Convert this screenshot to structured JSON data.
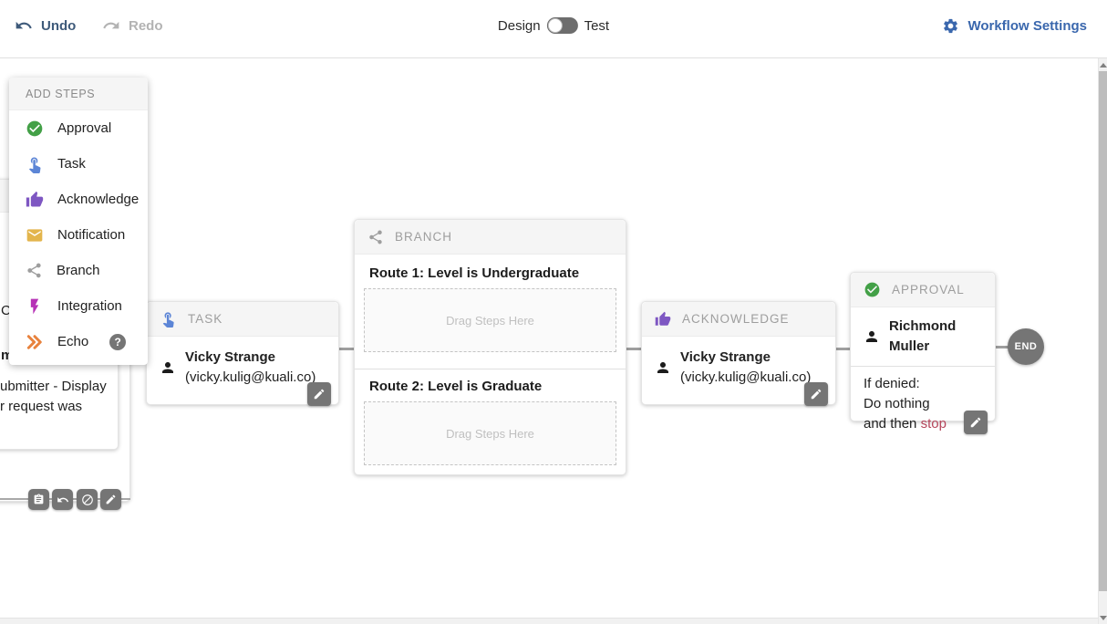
{
  "topbar": {
    "undo": "Undo",
    "redo": "Redo",
    "mode": {
      "left_label": "Design",
      "right_label": "Test",
      "toggle_position": "left"
    },
    "settings": "Workflow Settings",
    "colors": {
      "undo_blue": "#3e5a7a",
      "redo_gray": "#b3b3b3",
      "settings_blue": "#3a67ad"
    }
  },
  "add_steps": {
    "title": "ADD STEPS",
    "items": [
      {
        "label": "Approval",
        "icon": "check-circle-icon",
        "color": "#43a047"
      },
      {
        "label": "Task",
        "icon": "touch-hand-icon",
        "color": "#5c85d6"
      },
      {
        "label": "Acknowledge",
        "icon": "thumb-up-icon",
        "color": "#7e57c2"
      },
      {
        "label": "Notification",
        "icon": "envelope-icon",
        "color": "#e3b54c"
      },
      {
        "label": "Branch",
        "icon": "share-icon",
        "color": "#9e9e9e"
      },
      {
        "label": "Integration",
        "icon": "lightning-icon",
        "color": "#b632b6"
      },
      {
        "label": "Echo",
        "icon": "double-chevron-icon",
        "color": "#e8823d",
        "help_icon": "help-icon"
      }
    ]
  },
  "workflow": {
    "partial_card": {
      "fragments": [
        "C",
        "m",
        "ubmitter - Display",
        "r request was"
      ]
    },
    "partial_card_actions": [
      "clipboard-icon",
      "undo-icon",
      "block-icon",
      "edit-icon"
    ],
    "task": {
      "type": "TASK",
      "assignee": "Vicky Strange",
      "email": "(vicky.kulig@kuali.co)"
    },
    "branch": {
      "type": "BRANCH",
      "route1": "Route 1: Level is Undergraduate",
      "route2": "Route 2: Level is Graduate",
      "dropzone": "Drag Steps Here"
    },
    "acknowledge": {
      "type": "ACKNOWLEDGE",
      "assignee": "Vicky Strange",
      "email": "(vicky.kulig@kuali.co)"
    },
    "approval": {
      "type": "APPROVAL",
      "assignee": "Richmond Muller",
      "denied_label": "If denied:",
      "denied_action": "Do nothing",
      "denied_then_prefix": "and then",
      "denied_then_action": "stop",
      "stop_color": "#b5455b"
    },
    "end": "END"
  }
}
